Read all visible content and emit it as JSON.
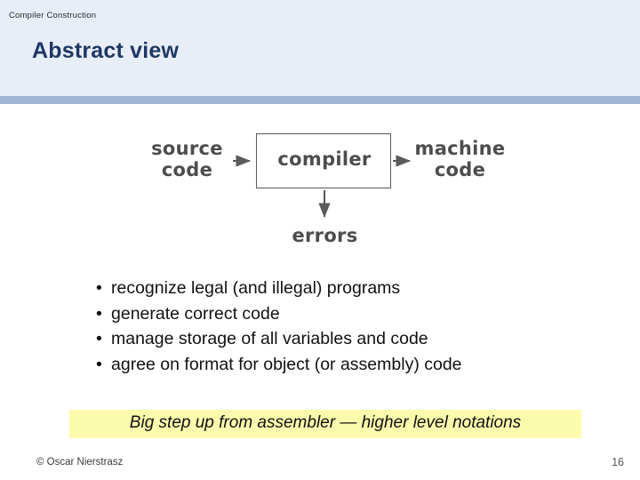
{
  "header": {
    "course_label": "Compiler Construction",
    "title": "Abstract view"
  },
  "diagram": {
    "source_label": "source\ncode",
    "compiler_label": "compiler",
    "machine_label": "machine\ncode",
    "errors_label": "errors",
    "arrows": [
      "source-to-compiler",
      "compiler-to-machine",
      "compiler-to-errors"
    ]
  },
  "bullets": [
    "recognize legal (and illegal) programs",
    "generate correct code",
    "manage storage of all variables and code",
    "agree on format for object (or assembly) code"
  ],
  "bullet_marker": "•",
  "highlight": {
    "text": "Big step up from assembler — higher level notations",
    "color": "#fbfbad"
  },
  "footer": {
    "copyright": "© Oscar Nierstrasz",
    "page_number": "16"
  },
  "colors": {
    "header_band": "#e8eef7",
    "header_rule": "#9fb6d4",
    "title": "#1f3864",
    "diagram_text": "#4d4d4d"
  }
}
